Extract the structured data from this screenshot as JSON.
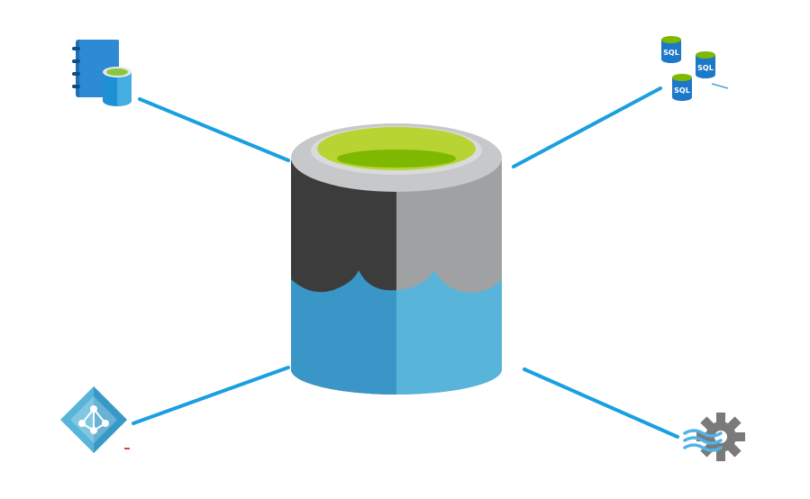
{
  "diagram": {
    "center": {
      "icon": "data-lake-storage-icon",
      "colors": {
        "rim": "#c7c8ca",
        "rim_inner": "#9a9b9d",
        "liquid_light": "#b8d432",
        "liquid_dark": "#7fb800",
        "top_left": "#3c3c3c",
        "top_right": "#a0a1a3",
        "wave_left": "#3a96c6",
        "wave_right": "#59b4d9"
      }
    },
    "connector_color": "#1a9fe0",
    "nodes": [
      {
        "id": "notebook-database",
        "icon": "notebook-database-icon"
      },
      {
        "id": "sql-databases",
        "icon": "sql-databases-icon",
        "label": "SQL"
      },
      {
        "id": "active-directory",
        "icon": "active-directory-icon"
      },
      {
        "id": "stream-analytics",
        "icon": "stream-analytics-icon"
      }
    ]
  }
}
